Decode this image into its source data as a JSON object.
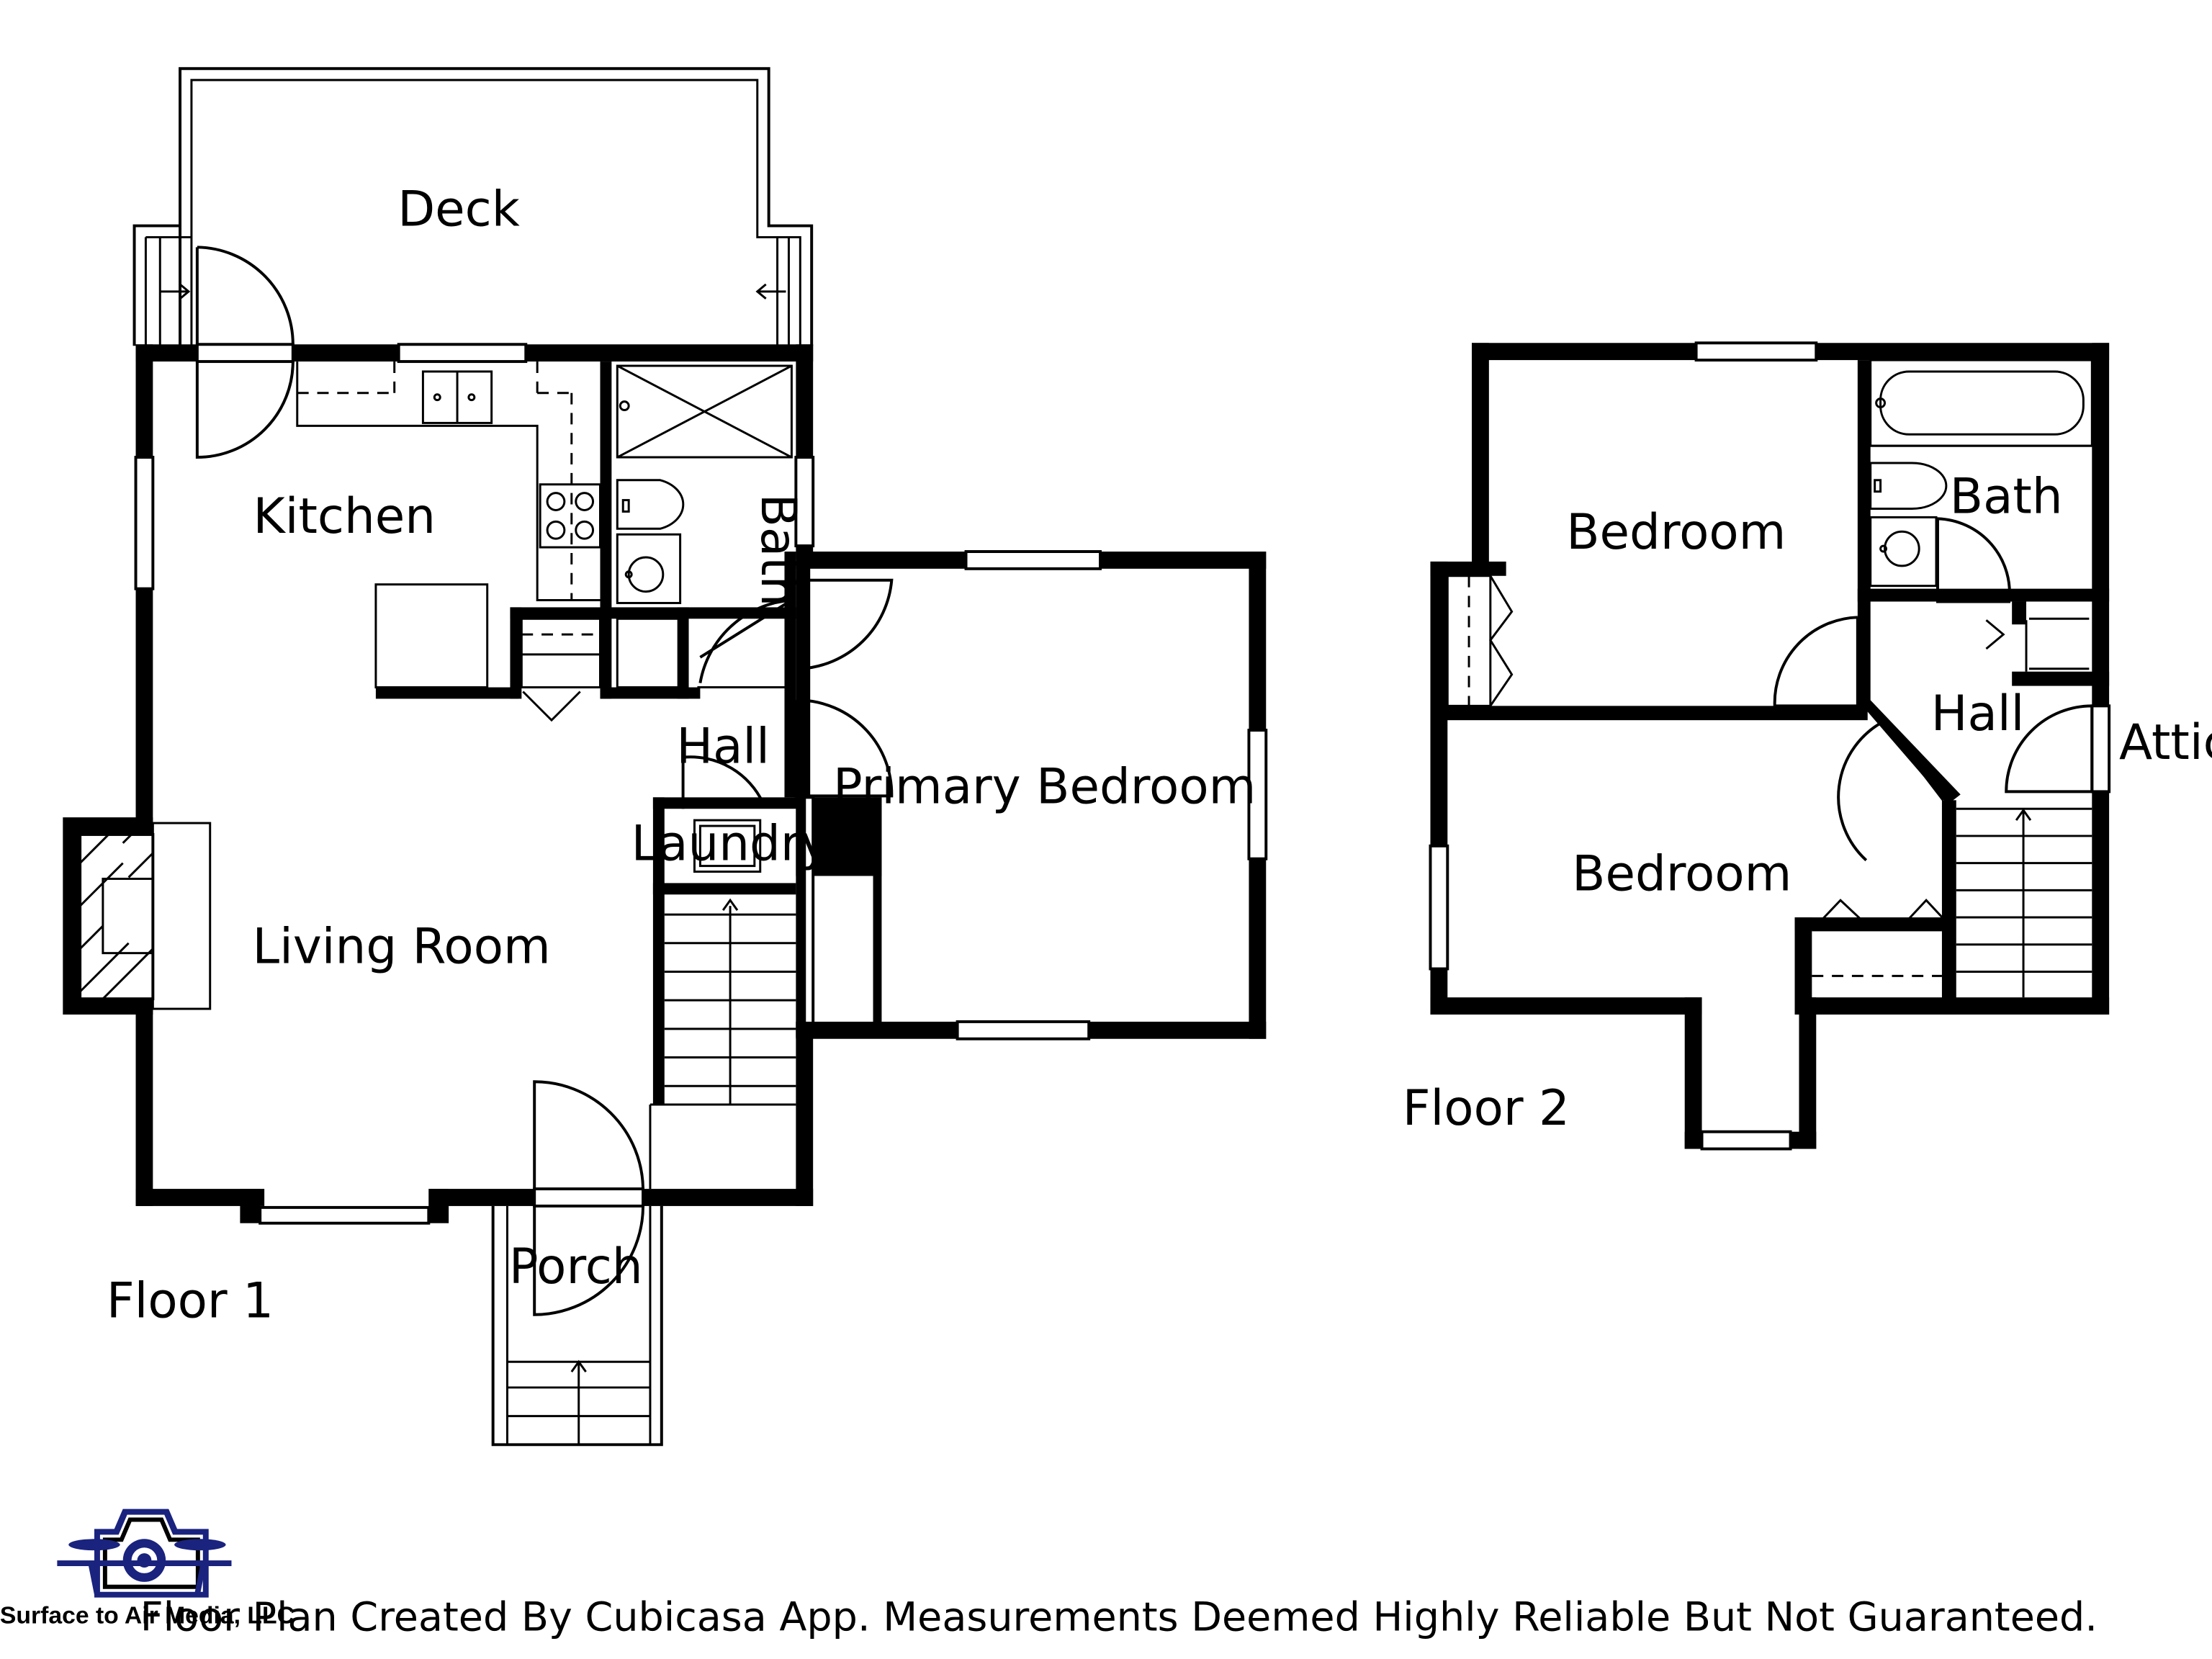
{
  "floor1": {
    "label": "Floor 1",
    "rooms": {
      "deck": "Deck",
      "kitchen": "Kitchen",
      "bath": "Bath",
      "hall": "Hall",
      "primary_bedroom": "Primary Bedroom",
      "laundry": "Laundry",
      "living_room": "Living Room",
      "porch": "Porch"
    }
  },
  "floor2": {
    "label": "Floor 2",
    "rooms": {
      "bedroom_north": "Bedroom",
      "bath": "Bath",
      "hall": "Hall",
      "attic": "Attic",
      "bedroom_south": "Bedroom"
    }
  },
  "logo": {
    "company": "Surface to Air Media, LLC",
    "color": "#1a237e"
  },
  "footer": {
    "disclaimer": "Floor Plan Created By Cubicasa App. Measurements Deemed Highly Reliable But Not Guaranteed."
  }
}
